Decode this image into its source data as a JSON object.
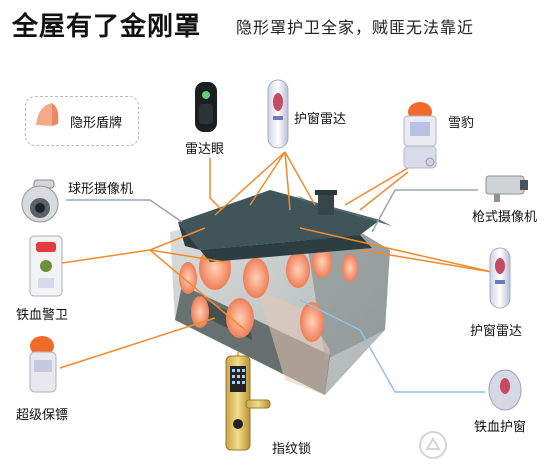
{
  "header": {
    "title": "全屋有了金刚罩",
    "subtitle": "隐形罩护卫全家，贼匪无法靠近"
  },
  "devices": {
    "hidden_shield": "隐形盾牌",
    "radar_eye": "雷达眼",
    "window_radar_top": "护窗雷达",
    "snow_leopard": "雪豹",
    "dome_camera": "球形摄像机",
    "bullet_camera": "枪式摄像机",
    "iron_guard": "铁血警卫",
    "window_radar_right": "护窗雷达",
    "super_bodyguard": "超级保镖",
    "fingerprint_lock": "指纹锁",
    "iron_window_guard": "铁血护窗"
  },
  "colors": {
    "laser_line": "#f08a2c",
    "camera_line": "#9aa4ad",
    "window_line": "#8fc3e6",
    "roof": "#3f5559",
    "house_body": "#5d6a6c",
    "glow": "#f6a07a"
  }
}
